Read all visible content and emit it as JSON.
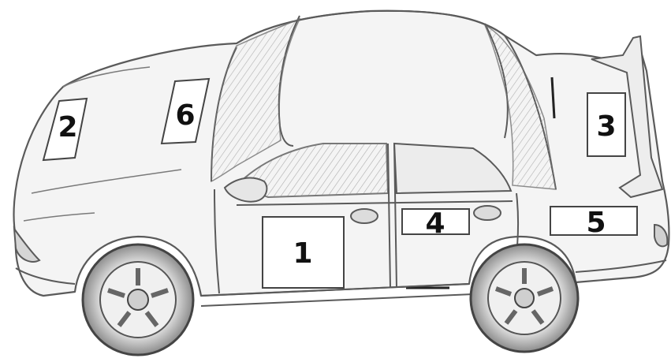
{
  "diagram": {
    "labels": {
      "door_front": "1",
      "hood": "2",
      "trunk_lid": "3",
      "door_rear": "4",
      "rear_quarter": "5",
      "hood_near_windshield": "6"
    }
  }
}
